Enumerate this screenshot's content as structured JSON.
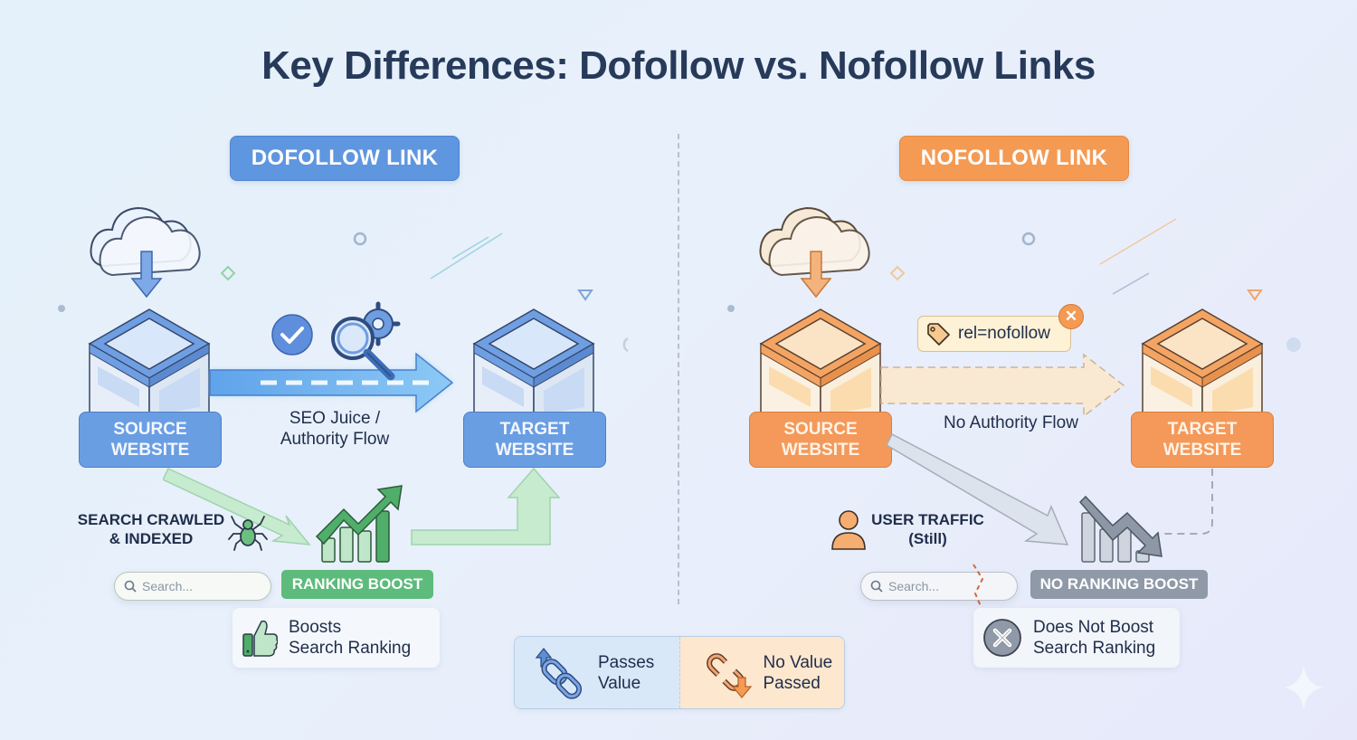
{
  "title": "Key Differences: Dofollow vs. Nofollow Links",
  "colors": {
    "dofollow_accent": "#5f96e0",
    "nofollow_accent": "#f59a52",
    "ranking_green": "#5dbb7b",
    "no_ranking_grey": "#8f99a8",
    "title_text": "#273a5a"
  },
  "dofollow": {
    "header": "DOFOLLOW LINK",
    "source_label_line1": "SOURCE",
    "source_label_line2": "WEBSITE",
    "target_label_line1": "TARGET",
    "target_label_line2": "WEBSITE",
    "flow_label_line1": "SEO Juice /",
    "flow_label_line2": "Authority Flow",
    "crawl_label_line1": "SEARCH CRAWLED",
    "crawl_label_line2": "& INDEXED",
    "search_placeholder": "Search...",
    "ranking_badge": "RANKING BOOST",
    "result_line1": "Boosts",
    "result_line2": "Search Ranking",
    "icons": [
      "cloud-download-icon",
      "check-circle-icon",
      "magnifier-gear-icon",
      "spider-icon",
      "growth-chart-icon",
      "thumbs-up-icon"
    ]
  },
  "nofollow": {
    "header": "NOFOLLOW LINK",
    "source_label_line1": "SOURCE",
    "source_label_line2": "WEBSITE",
    "target_label_line1": "TARGET",
    "target_label_line2": "WEBSITE",
    "tag_label": "rel=nofollow",
    "flow_label": "No Authority Flow",
    "traffic_label_line1": "USER TRAFFIC",
    "traffic_label_line2": "(Still)",
    "search_placeholder": "Search...",
    "ranking_badge": "NO RANKING BOOST",
    "result_line1": "Does Not Boost",
    "result_line2": "Search Ranking",
    "icons": [
      "cloud-download-icon",
      "tag-icon",
      "close-circle-icon",
      "user-icon",
      "decline-chart-icon",
      "x-circle-icon"
    ]
  },
  "legend": {
    "passes_line1": "Passes",
    "passes_line2": "Value",
    "no_value_line1": "No Value",
    "no_value_line2": "Passed"
  }
}
